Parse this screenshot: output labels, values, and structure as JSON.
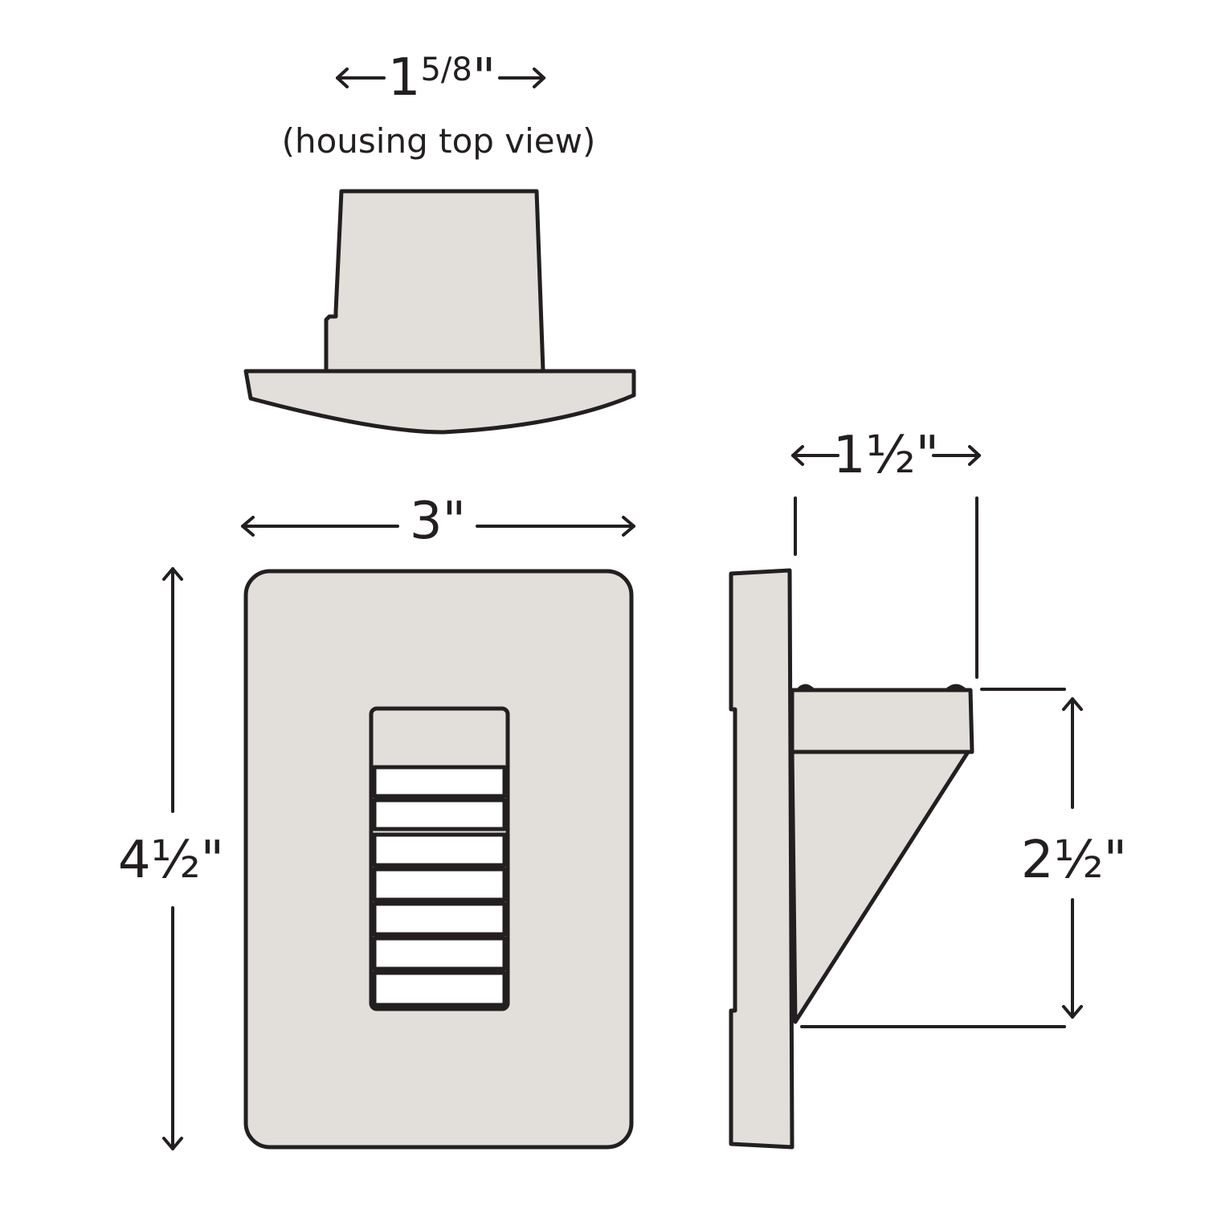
{
  "top_view": {
    "dimension_whole": "1",
    "dimension_fraction": "5/8",
    "dimension_unit": "\"",
    "caption": "(housing top view)"
  },
  "front_view": {
    "width_label": "3\"",
    "height_label": "4½\""
  },
  "side_view": {
    "depth_label": "1½\"",
    "height_label": "2½\""
  },
  "colors": {
    "fill": "#e2ded9",
    "stroke": "#231f20",
    "slot_fill": "#ffffff"
  }
}
